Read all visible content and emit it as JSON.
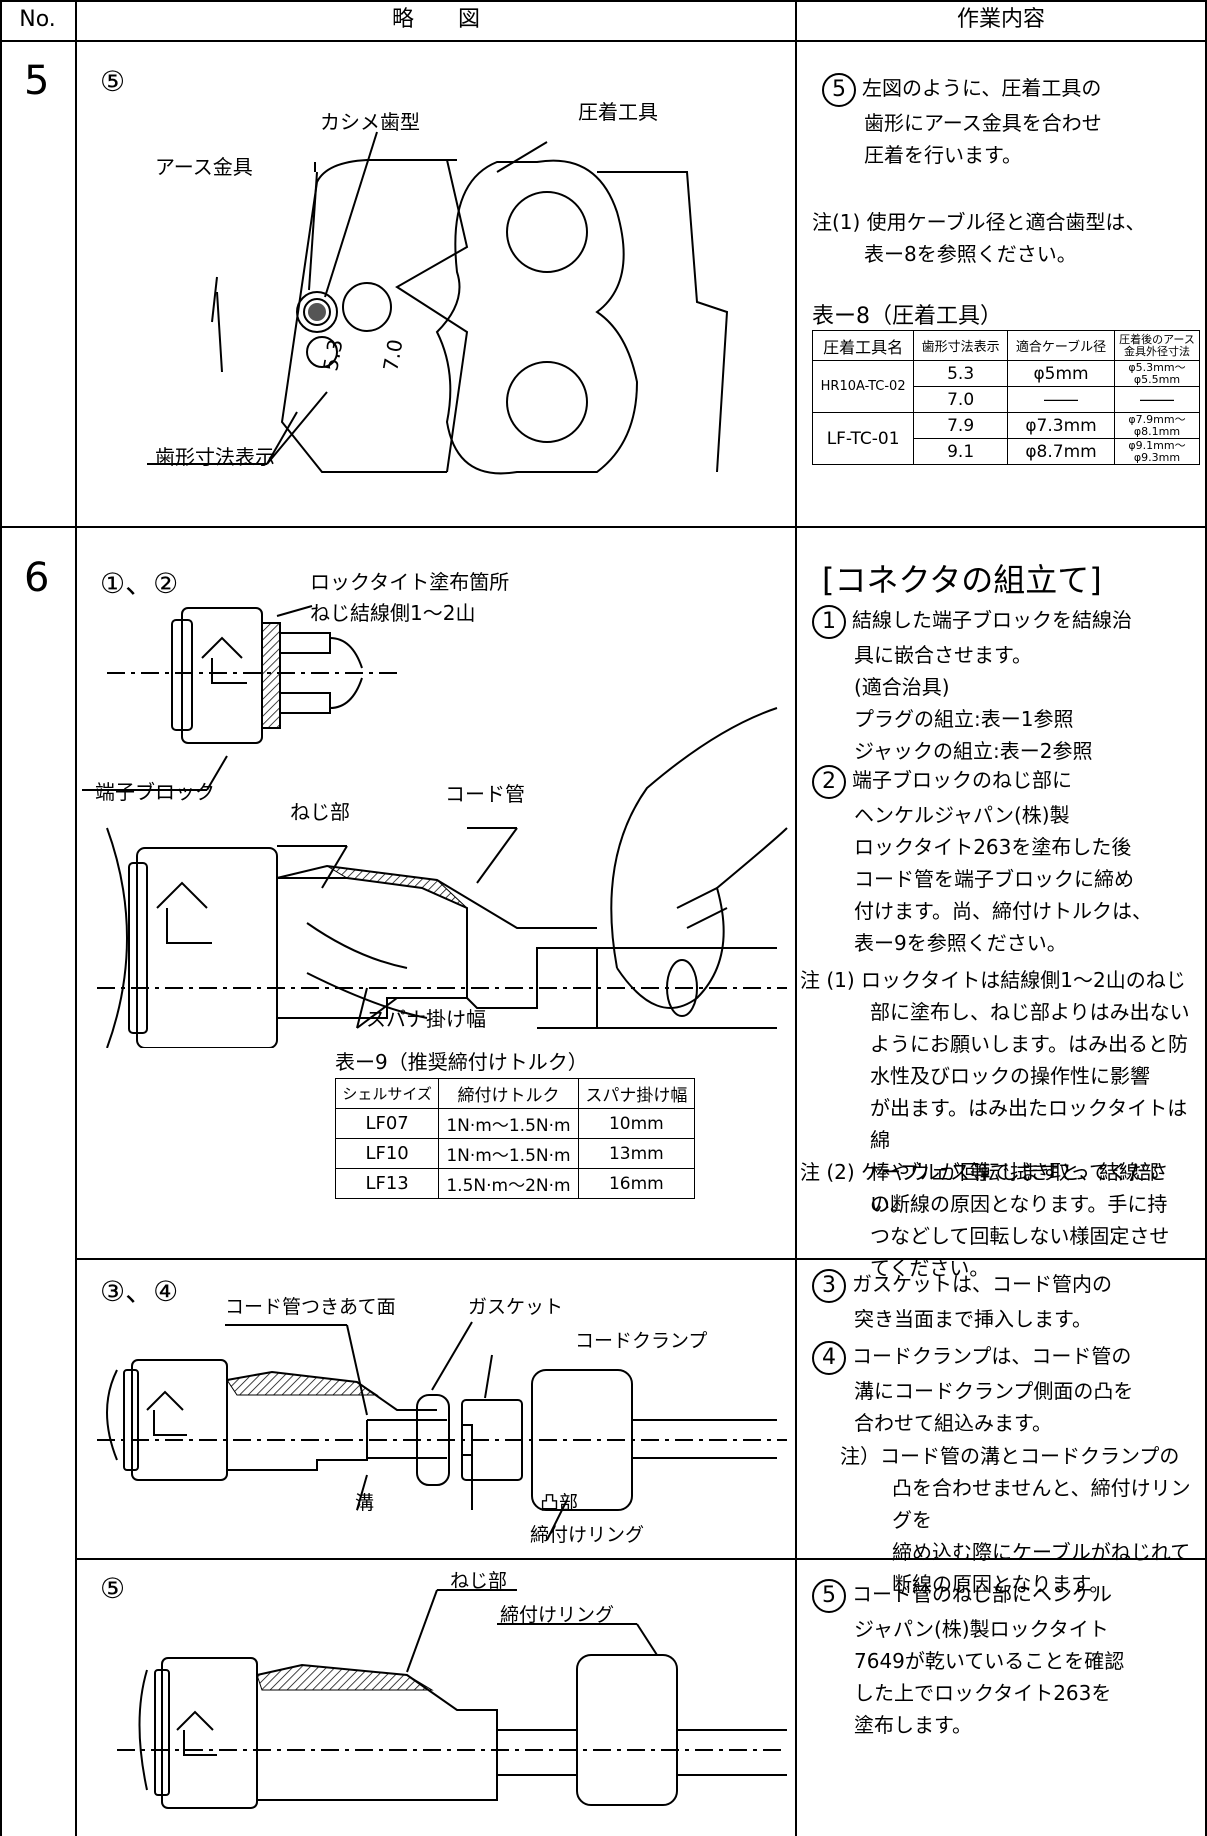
{
  "header": {
    "no": "No.",
    "figure": "略　　図",
    "work": "作業内容"
  },
  "rows": {
    "r5": "5",
    "r6": "6"
  },
  "sec5": {
    "marker": "⑤",
    "labels": {
      "caulk": "カシメ歯型",
      "tool": "圧着工具",
      "earth": "アース金具",
      "dim": "歯形寸法表示",
      "d1": "5.3",
      "d2": "7.0"
    },
    "work_num": "5",
    "work_lines": [
      "左図のように、圧着工具の",
      "歯形にアース金具を合わせ",
      "圧着を行います。"
    ],
    "note_head": "注(1) 使用ケーブル径と適合歯型は、",
    "note_line2": "表ー8を参照ください。",
    "table_title": "表ー8（圧着工具）",
    "table": {
      "headers": [
        "圧着工具名",
        "歯形寸法表示",
        "適合ケーブル径",
        "圧着後のアース金具外径寸法"
      ],
      "rows": [
        {
          "tool": "HR10A-TC-02",
          "dim": "5.3",
          "cable": "φ5mm",
          "od": "φ5.3mm～φ5.5mm"
        },
        {
          "tool": "",
          "dim": "7.0",
          "cable": "――",
          "od": "――"
        },
        {
          "tool": "LF-TC-01",
          "dim": "7.9",
          "cable": "φ7.3mm",
          "od": "φ7.9mm～φ8.1mm"
        },
        {
          "tool": "",
          "dim": "9.1",
          "cable": "φ8.7mm",
          "od": "φ9.1mm～φ9.3mm"
        }
      ]
    }
  },
  "sec6a": {
    "marker": "①、②",
    "labels": {
      "loctite1": "ロックタイト塗布箇所",
      "loctite2": "ねじ結線側1～2山",
      "block": "端子ブロック",
      "screw": "ねじ部",
      "cord": "コード管",
      "spanner": "スパナ掛け幅"
    },
    "heading": "[コネクタの組立て]",
    "step1_num": "1",
    "step1": [
      "結線した端子ブロックを結線治",
      "具に嵌合させます。",
      "(適合治具)",
      "プラグの組立:表ー1参照",
      "ジャックの組立:表ー2参照"
    ],
    "step2_num": "2",
    "step2": [
      "端子ブロックのねじ部に",
      "ヘンケルジャパン(株)製",
      "ロックタイト263を塗布した後",
      "コード管を端子ブロックに締め",
      "付けます。尚、締付けトルクは、",
      "表ー9を参照ください。"
    ],
    "note1_head": "注 (1) ロックタイトは結線側1～2山のねじ",
    "note1": [
      "部に塗布し、ねじ部よりはみ出ない",
      "ようにお願いします。はみ出ると防",
      "水性及びロックの操作性に影響",
      "が出ます。はみ出たロックタイトは綿",
      "棒やウェス等で拭き取ってください。"
    ],
    "note2_head": "注 (2) ケーブルが回転しますと、結線部",
    "note2": [
      "の断線の原因となります。手に持",
      "つなどして回転しない様固定させ",
      "てください。"
    ],
    "table_title": "表ー9（推奨締付けトルク）",
    "table": {
      "headers": [
        "シェルサイズ",
        "締付けトルク",
        "スパナ掛け幅"
      ],
      "rows": [
        {
          "shell": "LF07",
          "torque": "1N·m～1.5N·m",
          "width": "10mm"
        },
        {
          "shell": "LF10",
          "torque": "1N·m～1.5N·m",
          "width": "13mm"
        },
        {
          "shell": "LF13",
          "torque": "1.5N·m～2N·m",
          "width": "16mm"
        }
      ]
    }
  },
  "sec6b": {
    "marker": "③、④",
    "labels": {
      "face": "コード管つきあて面",
      "gasket": "ガスケット",
      "clamp": "コードクランプ",
      "groove": "溝",
      "boss": "凸部",
      "ring": "締付けリング"
    },
    "step3_num": "3",
    "step3": [
      "ガスケットは、コード管内の",
      "突き当面まで挿入します。"
    ],
    "step4_num": "4",
    "step4": [
      "コードクランプは、コード管の",
      "溝にコードクランプ側面の凸を",
      "合わせて組込みます。"
    ],
    "note_head": "注）コード管の溝とコードクランプの",
    "note": [
      "凸を合わせませんと、締付けリングを",
      "締め込む際にケーブルがねじれて",
      "断線の原因となります。"
    ]
  },
  "sec6c": {
    "marker": "⑤",
    "labels": {
      "screw": "ねじ部",
      "ring": "締付けリング"
    },
    "step5_num": "5",
    "step5": [
      "コード管のねじ部にヘンケル",
      "ジャパン(株)製ロックタイト",
      "7649が乾いていることを確認",
      "した上でロックタイト263を",
      "塗布します。"
    ]
  }
}
